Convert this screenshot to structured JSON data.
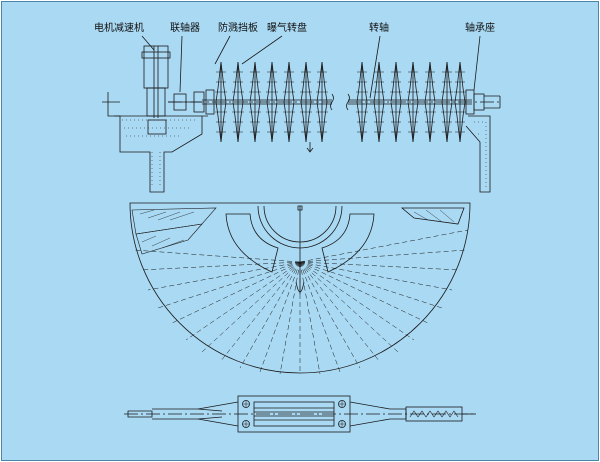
{
  "labels": {
    "motor_reducer": "电机减速机",
    "coupling": "联轴器",
    "splash_guard": "防溅挡板",
    "aeration_disc": "曝气转盘",
    "rotating_shaft": "转轴",
    "bearing_seat": "轴承座"
  },
  "colors": {
    "background": "#aad9f3",
    "line": "#1a1a1a",
    "frame": "#4a86a8"
  }
}
